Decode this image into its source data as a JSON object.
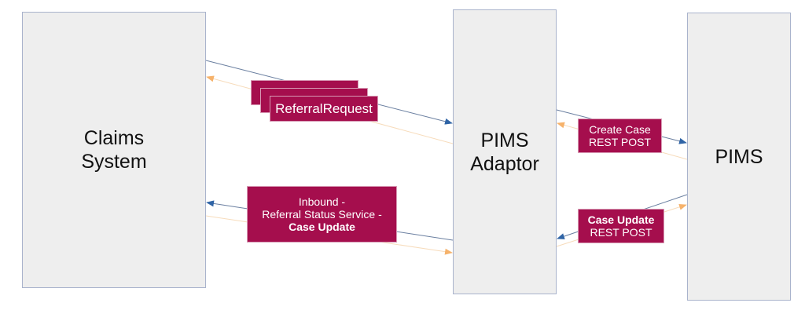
{
  "nodes": {
    "claims": "Claims\nSystem",
    "adaptor": "PIMS\nAdaptor",
    "pims": "PIMS"
  },
  "labels": {
    "referral_request": "ReferralRequest",
    "inbound_line1": "Inbound -",
    "inbound_line2": "Referral Status Service -",
    "inbound_line3": "Case Update",
    "create_case_line1": "Create Case",
    "create_case_line2": "REST POST",
    "case_update_line1": "Case Update",
    "case_update_line2": "REST POST"
  },
  "colors": {
    "label_fill": "#a50e4d",
    "request_arrow": "#2f64a6",
    "response_arrow": "#f6b26b",
    "node_fill": "#eeeeee"
  }
}
